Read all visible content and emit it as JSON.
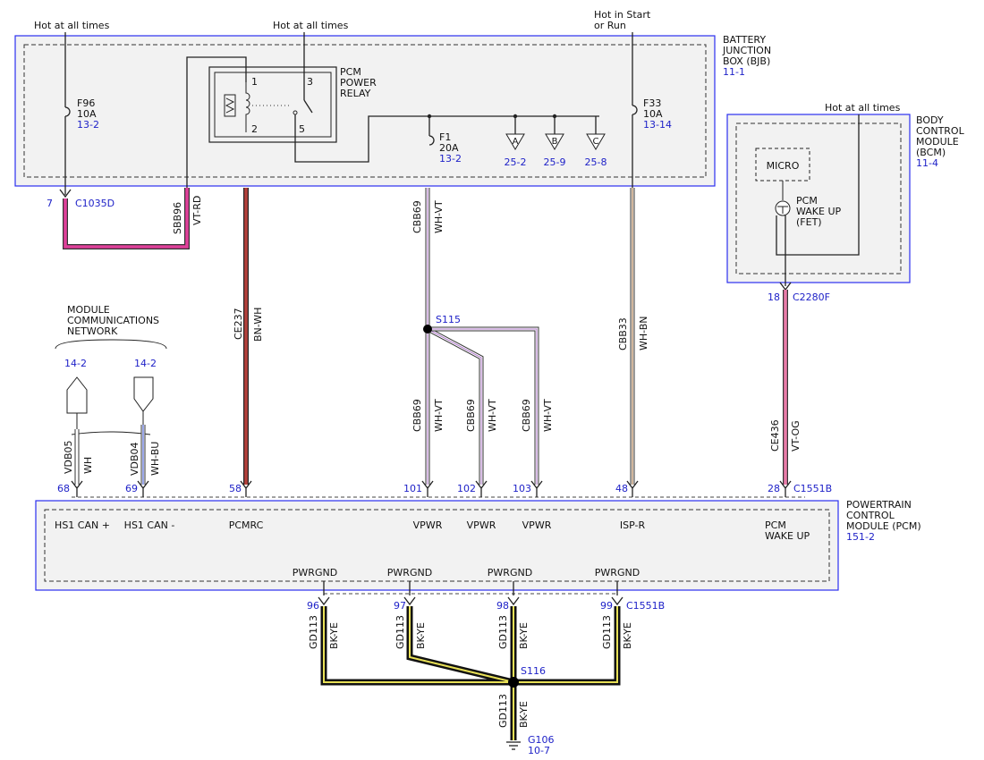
{
  "top_labels": {
    "hot_left": "Hot at all times",
    "hot_mid": "Hot at all times",
    "hot_start_1": "Hot in Start",
    "hot_start_2": "or Run",
    "hot_bcm": "Hot at all times"
  },
  "bjb": {
    "name_1": "BATTERY",
    "name_2": "JUNCTION",
    "name_3": "BOX (BJB)",
    "ref": "11-1",
    "f96": {
      "name": "F96",
      "amps": "10A",
      "ref": "13-2"
    },
    "f33": {
      "name": "F33",
      "amps": "10A",
      "ref": "13-14"
    },
    "f1": {
      "name": "F1",
      "amps": "20A",
      "ref": "13-2"
    },
    "relay": {
      "name_1": "PCM",
      "name_2": "POWER",
      "name_3": "RELAY",
      "pin1": "1",
      "pin2": "2",
      "pin3": "3",
      "pin5": "5"
    },
    "taps": [
      {
        "letter": "A",
        "ref": "25-2"
      },
      {
        "letter": "B",
        "ref": "25-9"
      },
      {
        "letter": "C",
        "ref": "25-8"
      }
    ]
  },
  "bcm": {
    "name_1": "BODY",
    "name_2": "CONTROL",
    "name_3": "MODULE",
    "name_4": "(BCM)",
    "ref": "11-4",
    "micro": "MICRO",
    "fet_1": "PCM",
    "fet_2": "WAKE UP",
    "fet_3": "(FET)"
  },
  "connectors": {
    "c1035d": {
      "pin": "7",
      "name": "C1035D"
    },
    "c2280f": {
      "pin": "18",
      "name": "C2280F"
    },
    "c1551b_top": "C1551B",
    "c1551b_bottom": "C1551B"
  },
  "wires": {
    "sbb96": {
      "circuit": "SBB96",
      "color": "VT-RD"
    },
    "ce237": {
      "circuit": "CE237",
      "color": "BN-WH"
    },
    "cbb69_top": {
      "circuit": "CBB69",
      "color": "WH-VT"
    },
    "cbb69_a": {
      "circuit": "CBB69",
      "color": "WH-VT"
    },
    "cbb69_b": {
      "circuit": "CBB69",
      "color": "WH-VT"
    },
    "cbb69_c": {
      "circuit": "CBB69",
      "color": "WH-VT"
    },
    "cbb33": {
      "circuit": "CBB33",
      "color": "WH-BN"
    },
    "ce436": {
      "circuit": "CE436",
      "color": "VT-OG"
    },
    "vdb05": {
      "circuit": "VDB05",
      "color": "WH"
    },
    "vdb04": {
      "circuit": "VDB04",
      "color": "WH-BU"
    },
    "gd113_96": {
      "circuit": "GD113",
      "color": "BK-YE"
    },
    "gd113_97": {
      "circuit": "GD113",
      "color": "BK-YE"
    },
    "gd113_98": {
      "circuit": "GD113",
      "color": "BK-YE"
    },
    "gd113_99": {
      "circuit": "GD113",
      "color": "BK-YE"
    },
    "gd113_g": {
      "circuit": "GD113",
      "color": "BK-YE"
    }
  },
  "splices": {
    "s115": "S115",
    "s116": "S116"
  },
  "network": {
    "line_1": "MODULE",
    "line_2": "COMMUNICATIONS",
    "line_3": "NETWORK",
    "ref_left": "14-2",
    "ref_right": "14-2"
  },
  "pcm": {
    "name_1": "POWERTRAIN",
    "name_2": "CONTROL",
    "name_3": "MODULE (PCM)",
    "ref": "151-2",
    "pins_top": [
      {
        "pin": "68",
        "label": "HS1 CAN +"
      },
      {
        "pin": "69",
        "label": "HS1 CAN -"
      },
      {
        "pin": "58",
        "label": "PCMRC"
      },
      {
        "pin": "101",
        "label": "VPWR"
      },
      {
        "pin": "102",
        "label": "VPWR"
      },
      {
        "pin": "103",
        "label": "VPWR"
      },
      {
        "pin": "48",
        "label": "ISP-R"
      },
      {
        "pin": "28",
        "label": "PCM"
      }
    ],
    "wake_up": "WAKE UP",
    "gnd_label": "PWRGND",
    "pins_bottom": [
      "96",
      "97",
      "98",
      "99"
    ]
  },
  "ground": {
    "name": "G106",
    "ref": "10-7"
  }
}
